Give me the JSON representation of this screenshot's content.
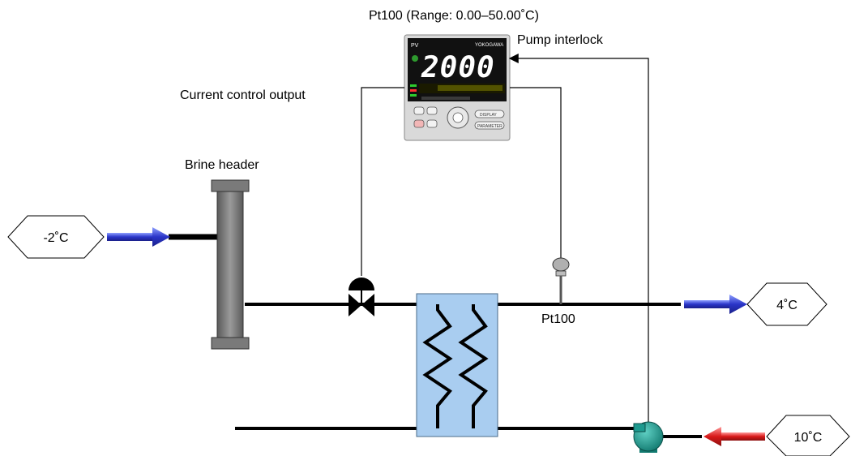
{
  "labels": {
    "sensor_range": "Pt100 (Range: 0.00–50.00˚C)",
    "pump_interlock": "Pump interlock",
    "current_output": "Current control output",
    "brine_header": "Brine header",
    "pt100": "Pt100"
  },
  "streams": {
    "brine_inlet_temp": "-2˚C",
    "process_outlet_temp": "4˚C",
    "process_inlet_temp": "10˚C"
  },
  "controller": {
    "display_value": "2000",
    "brand": "YOKOGAWA",
    "pv_tag": "PV",
    "display_key": "DISPLAY",
    "parameter_key": "PARAMETER"
  },
  "colors": {
    "cold_arrow": "#2f3fd0",
    "hot_arrow": "#d02020",
    "exchanger": "#a9cdf0",
    "header": "#7f7f7f",
    "pump": "#1e9a8f"
  }
}
